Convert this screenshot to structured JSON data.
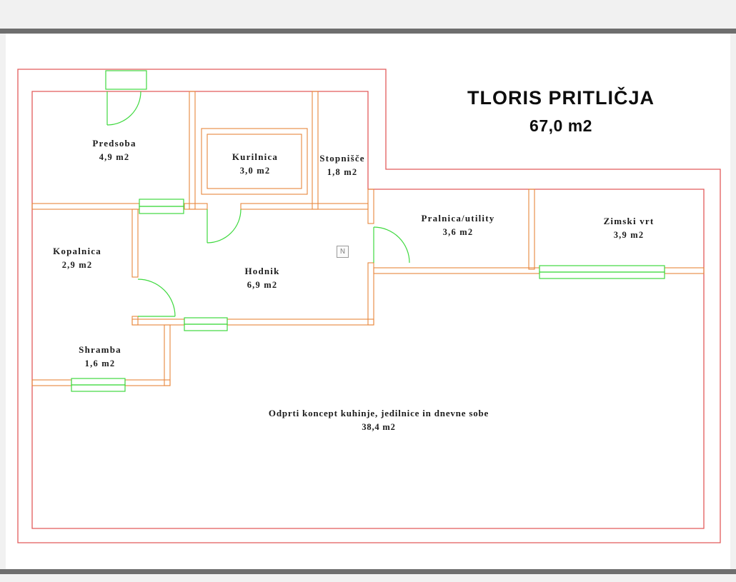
{
  "colors": {
    "background": "#f1f1f1",
    "page": "#ffffff",
    "bar": "#6e6e6e",
    "outline": "#e25b5b",
    "wall": "#e8873c",
    "opening": "#3fd93f",
    "text": "#1c1c1c",
    "icon_border": "#9a9a9a"
  },
  "title": {
    "line1": "TLORIS PRITLIČJA",
    "line2": "67,0 m2"
  },
  "compass": {
    "label": "N"
  },
  "rooms": [
    {
      "id": "predsoba",
      "name": "Predsoba",
      "area": "4,9 m2"
    },
    {
      "id": "kurilnica",
      "name": "Kurilnica",
      "area": "3,0 m2"
    },
    {
      "id": "stopnisce",
      "name": "Stopnišče",
      "area": "1,8 m2"
    },
    {
      "id": "kopalnica",
      "name": "Kopalnica",
      "area": "2,9 m2"
    },
    {
      "id": "hodnik",
      "name": "Hodnik",
      "area": "6,9 m2"
    },
    {
      "id": "pralnica",
      "name": "Pralnica/utility",
      "area": "3,6 m2"
    },
    {
      "id": "zimski-vrt",
      "name": "Zimski vrt",
      "area": "3,9 m2"
    },
    {
      "id": "shramba",
      "name": "Shramba",
      "area": "1,6 m2"
    },
    {
      "id": "odprti-koncept",
      "name": "Odprti koncept kuhinje, jedilnice in dnevne sobe",
      "area": "38,4 m2"
    }
  ]
}
